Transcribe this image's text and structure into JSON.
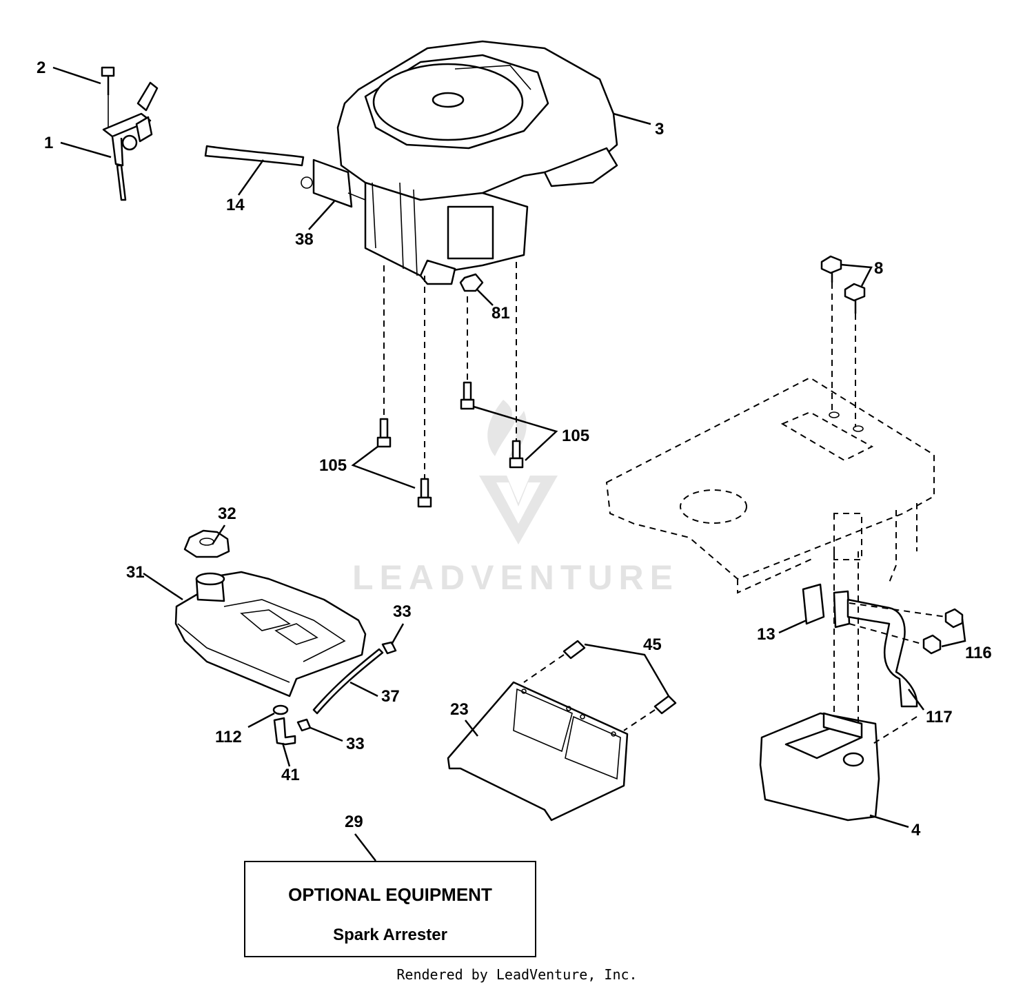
{
  "watermark": {
    "text": "LEADVENTURE"
  },
  "callouts": [
    {
      "id": "c1",
      "label": "1"
    },
    {
      "id": "c2",
      "label": "2"
    },
    {
      "id": "c3",
      "label": "3"
    },
    {
      "id": "c14",
      "label": "14"
    },
    {
      "id": "c38",
      "label": "38"
    },
    {
      "id": "c81",
      "label": "81"
    },
    {
      "id": "c8",
      "label": "8"
    },
    {
      "id": "c105a",
      "label": "105"
    },
    {
      "id": "c105b",
      "label": "105"
    },
    {
      "id": "c32",
      "label": "32"
    },
    {
      "id": "c31",
      "label": "31"
    },
    {
      "id": "c33a",
      "label": "33"
    },
    {
      "id": "c37",
      "label": "37"
    },
    {
      "id": "c112",
      "label": "112"
    },
    {
      "id": "c33b",
      "label": "33"
    },
    {
      "id": "c41",
      "label": "41"
    },
    {
      "id": "c45",
      "label": "45"
    },
    {
      "id": "c23",
      "label": "23"
    },
    {
      "id": "c13",
      "label": "13"
    },
    {
      "id": "c116",
      "label": "116"
    },
    {
      "id": "c117",
      "label": "117"
    },
    {
      "id": "c4",
      "label": "4"
    },
    {
      "id": "c29",
      "label": "29"
    }
  ],
  "optional_box": {
    "title": "OPTIONAL EQUIPMENT",
    "subtitle": "Spark Arrester"
  },
  "footer": "Rendered by LeadVenture, Inc."
}
